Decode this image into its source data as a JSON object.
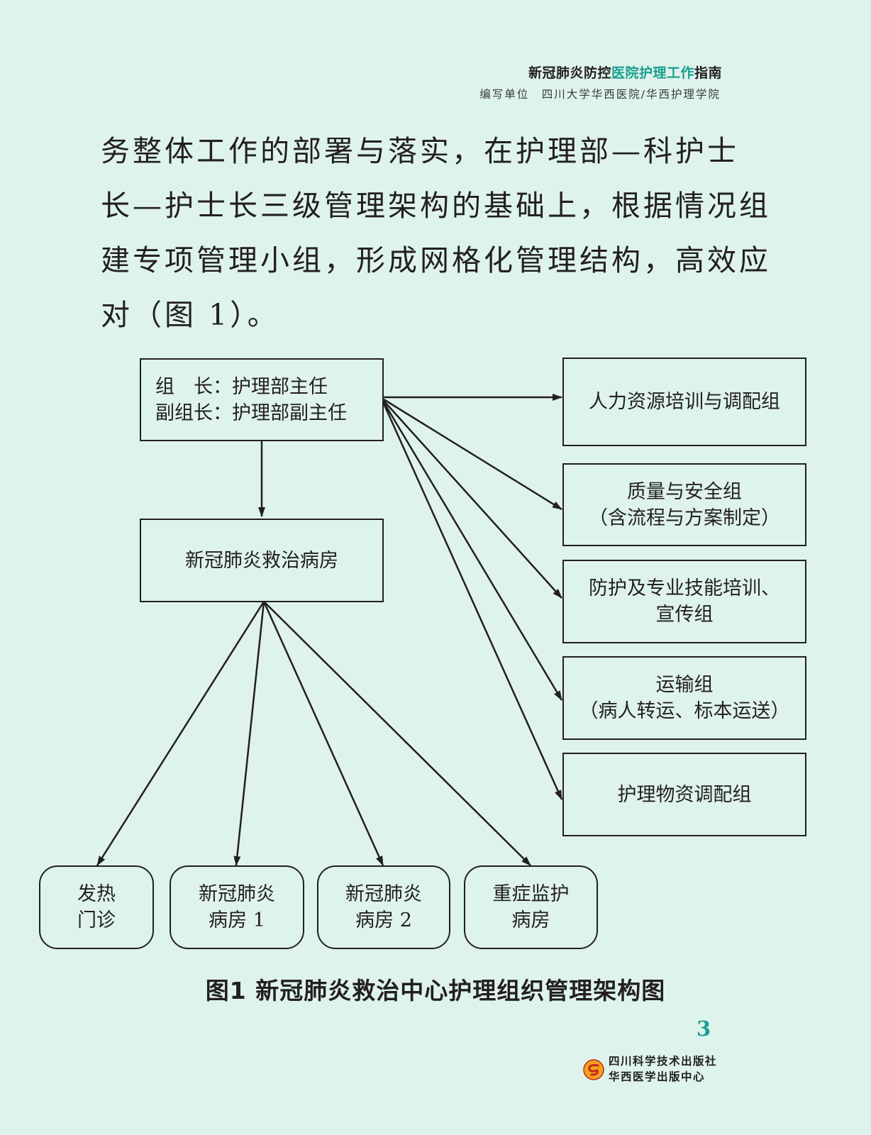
{
  "header": {
    "title_prefix": "新冠肺炎防控",
    "title_accent": "医院护理工作",
    "title_suffix": "指南",
    "subtitle": "编写单位　四川大学华西医院/华西护理学院"
  },
  "body_lines": [
    "务整体工作的部署与落实，在护理部—科护士",
    "长—护士长三级管理架构的基础上，根据情况组",
    "建专项管理小组，形成网格化管理结构，高效应",
    "对（图 1）。"
  ],
  "diagram": {
    "leader": {
      "line1": "组　长：护理部主任",
      "line2": "副组长：护理部副主任"
    },
    "ward": "新冠肺炎救治病房",
    "groups": [
      {
        "line1": "人力资源培训与调配组",
        "line2": ""
      },
      {
        "line1": "质量与安全组",
        "line2": "（含流程与方案制定）"
      },
      {
        "line1": "防护及专业技能培训、",
        "line2": "宣传组"
      },
      {
        "line1": "运输组",
        "line2": "（病人转运、标本运送）"
      },
      {
        "line1": "护理物资调配组",
        "line2": ""
      }
    ],
    "units": [
      {
        "line1": "发热",
        "line2": "门诊"
      },
      {
        "line1": "新冠肺炎",
        "line2": "病房 1"
      },
      {
        "line1": "新冠肺炎",
        "line2": "病房 2"
      },
      {
        "line1": "重症监护",
        "line2": "病房"
      }
    ]
  },
  "caption": "图1  新冠肺炎救治中心护理组织管理架构图",
  "page_number": "3",
  "publisher": {
    "line1": "四川科学技术出版社",
    "line2": "华西医学出版中心"
  },
  "colors": {
    "background": "#def3ec",
    "accent": "#1a9e8f",
    "text": "#231f20"
  }
}
